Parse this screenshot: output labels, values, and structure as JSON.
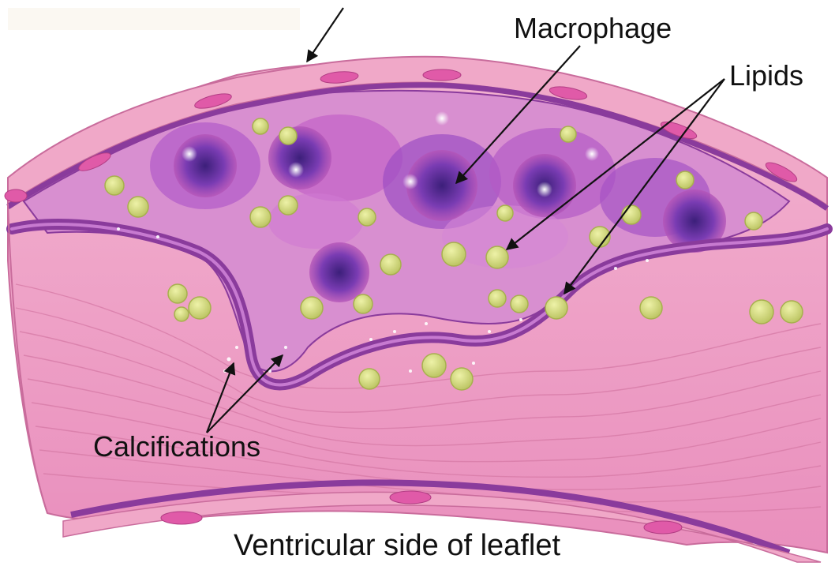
{
  "labels": {
    "macrophage": "Macrophage",
    "lipids": "Lipids",
    "calcifications": "Calcifications",
    "ventricular": "Ventricular side of leaflet"
  },
  "colors": {
    "tissue_pink": "#eea0c4",
    "tissue_line": "#d67aa6",
    "membrane_purple": "#8a3b9c",
    "plaque_purple": "#a04fc0",
    "macrophage_dark": "#5a2e9a",
    "lipid_green": "#cfd77a",
    "lipid_edge": "#a7b04e",
    "endothelial_cell": "#e05aa8",
    "arrow": "#111111"
  }
}
